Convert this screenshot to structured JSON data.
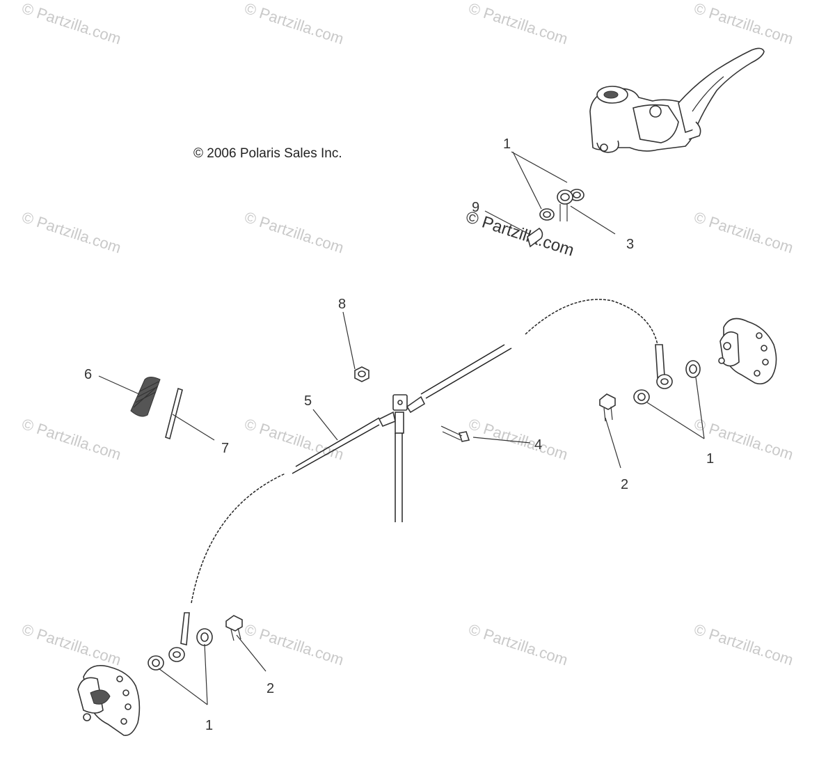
{
  "copyright": "© 2006 Polaris Sales Inc.",
  "watermark": {
    "text": "© Partzilla.com",
    "center_text": "© Partzilla.com"
  },
  "callouts": {
    "washer_top": "1",
    "washer_right": "1",
    "washer_bottom": "1",
    "bolt_right": "2",
    "bolt_bottom": "2",
    "banjo_fitting": "3",
    "bolt_tee": "4",
    "brake_line": "5",
    "spring": "6",
    "pin": "7",
    "nut": "8",
    "fitting_top": "9"
  }
}
